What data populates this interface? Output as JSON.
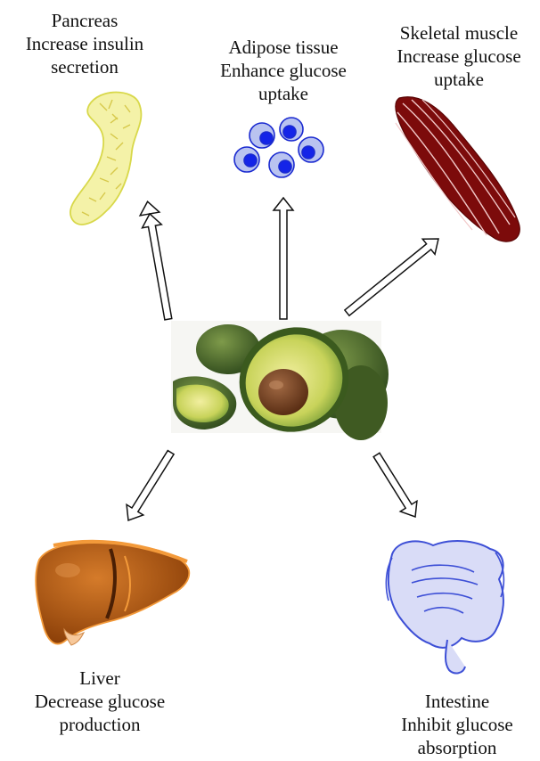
{
  "center": {
    "name": "avocado"
  },
  "targets": {
    "pancreas": {
      "organ": "Pancreas",
      "effect_line1": "Increase insulin",
      "effect_line2": "secretion"
    },
    "adipose": {
      "organ": "Adipose tissue",
      "effect_line1": "Enhance glucose",
      "effect_line2": "uptake"
    },
    "muscle": {
      "organ": "Skeletal muscle",
      "effect_line1": "Increase glucose",
      "effect_line2": "uptake"
    },
    "liver": {
      "organ": "Liver",
      "effect_line1": "Decrease glucose",
      "effect_line2": "production"
    },
    "intestine": {
      "organ": "Intestine",
      "effect_line1": "Inhibit glucose",
      "effect_line2": "absorption"
    }
  },
  "colors": {
    "pancreas": "#f4f2a8",
    "pancreas_outline": "#d8d84a",
    "adipose_cell": "#b9c3f0",
    "adipose_nucleus": "#1424e8",
    "muscle": "#7c0b0b",
    "muscle_stripe": "#f2c9c9",
    "liver": "#b6560e",
    "liver_outline": "#f39a3a",
    "intestine": "#d9dcf7",
    "intestine_outline": "#3d4fd6",
    "avocado_skin": "#4b6a2a",
    "avocado_flesh": "#cfd35a",
    "avocado_seed": "#6b3a1e"
  }
}
